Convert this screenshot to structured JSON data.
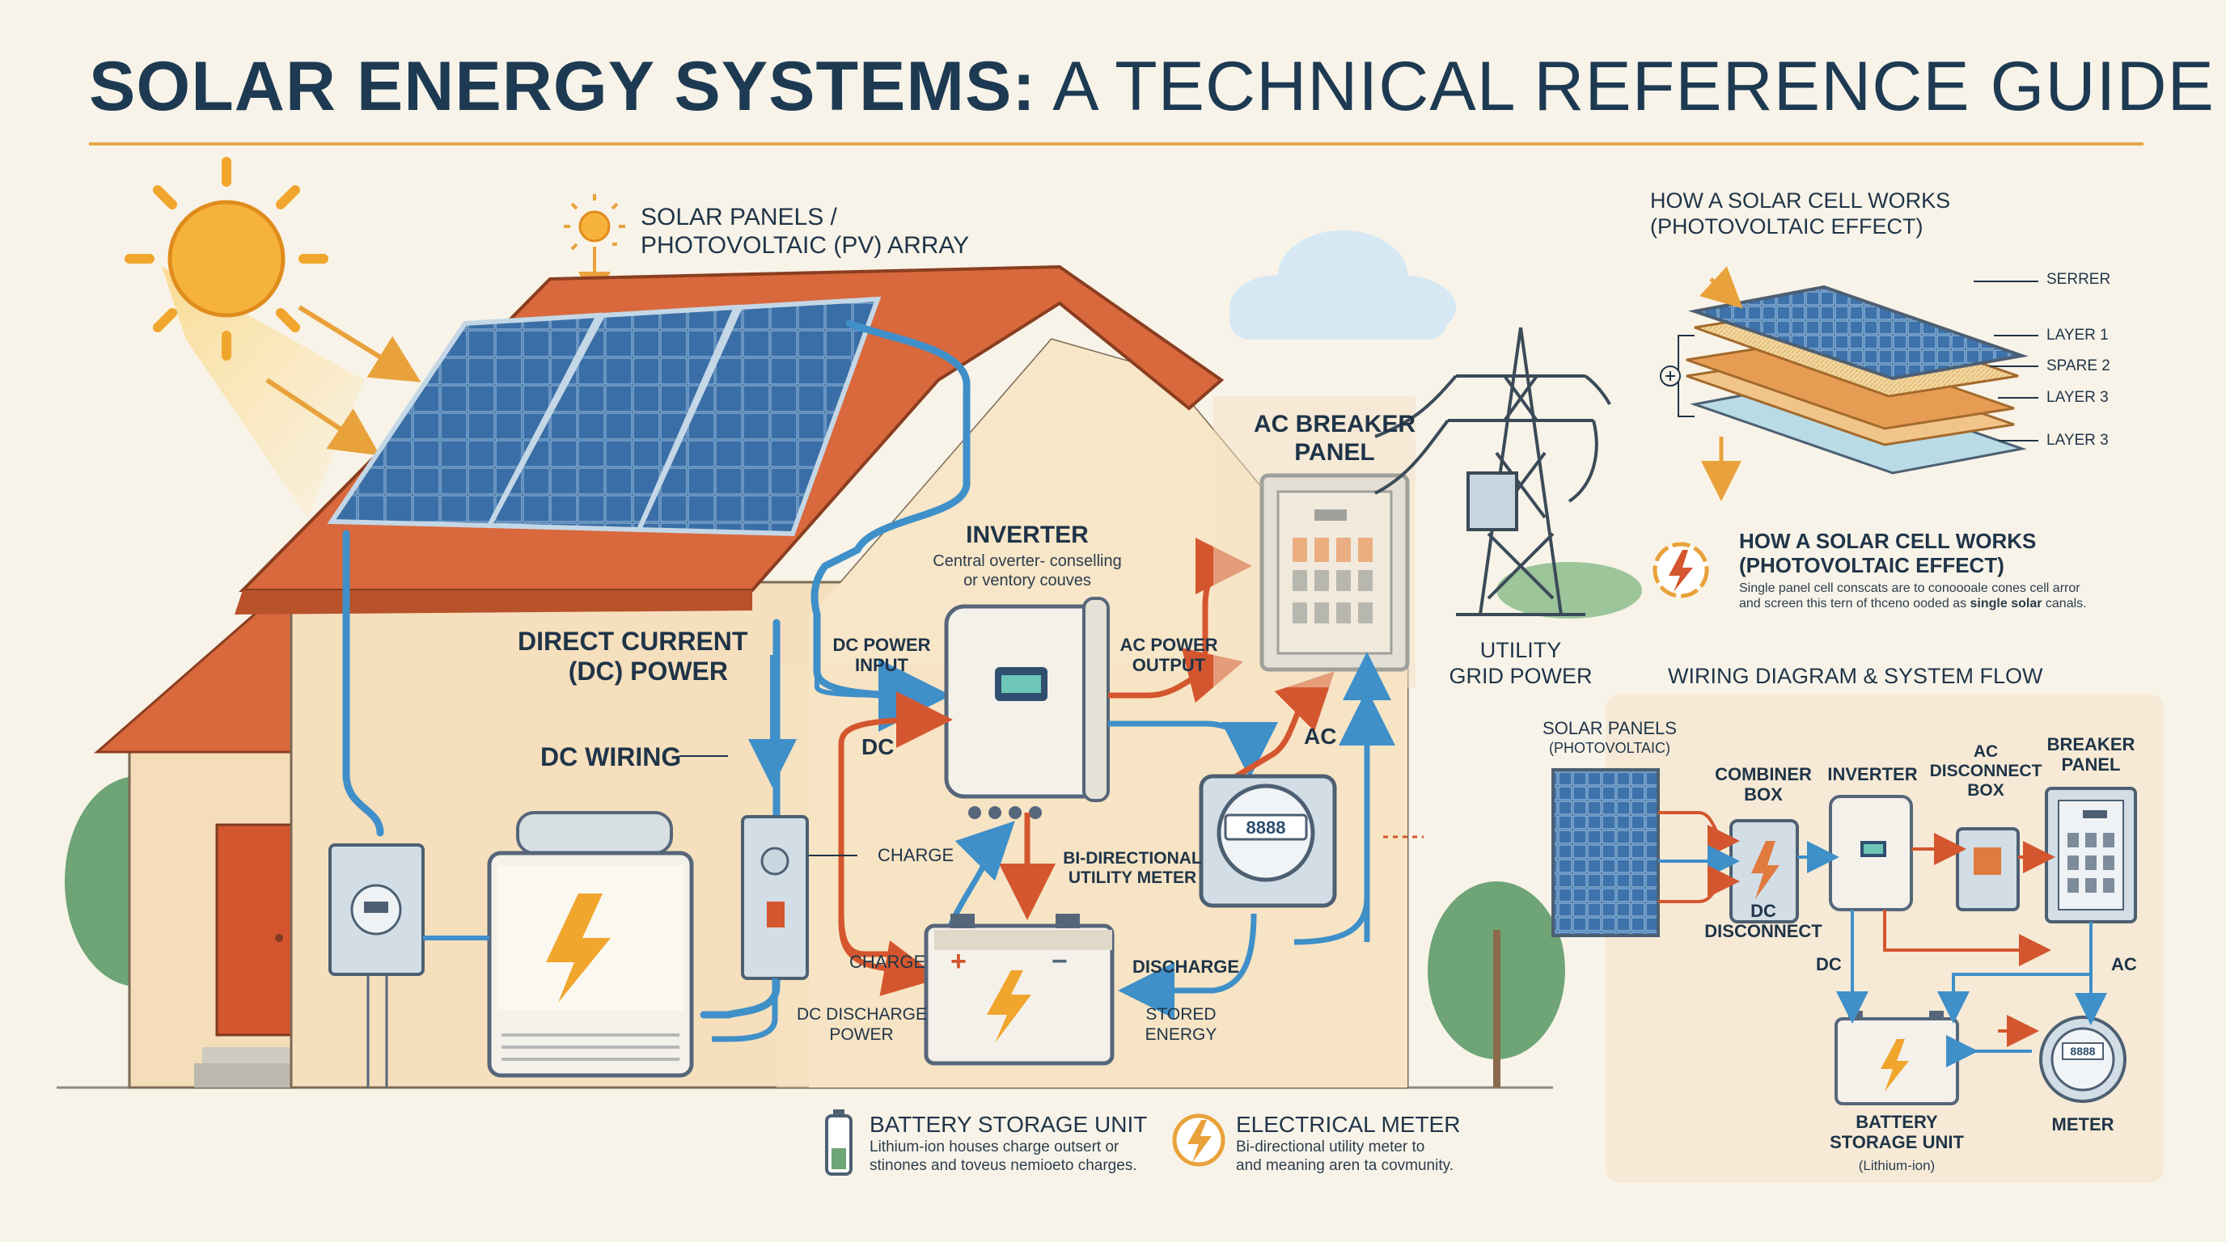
{
  "title": {
    "bold": "SOLAR ENERGY SYSTEMS:",
    "light": " A TECHNICAL REFERENCE GUIDE"
  },
  "house": {
    "pv_label": "SOLAR PANELS /\nPHOTOVOLTAIC (PV) ARRAY",
    "dc_power_label": "DIRECT CURRENT\n(DC) POWER",
    "dc_wiring_label": "DC WIRING",
    "inverter_title": "INVERTER",
    "inverter_desc": "Central overter- conselling\nor ventory couves",
    "dc_power_input": "DC POWER\nINPUT",
    "ac_power_output": "AC POWER\nOUTPUT",
    "ac_breaker_panel": "AC BREAKER\nPANEL",
    "utility_grid": "UTILITY\nGRID POWER",
    "dc": "DC",
    "ac": "AC",
    "charge": "CHARGE",
    "charge2": "CHARGE",
    "bidirectional_meter": "BI-DIRECTIONAL\nUTILITY METER",
    "discharge": "DISCHARGE",
    "dc_discharge_power": "DC DISCHARGE\nPOWER",
    "stored_energy": "STORED\nENERGY",
    "meter_reading": "8888"
  },
  "legend": {
    "battery_title": "BATTERY STORAGE UNIT",
    "battery_desc": "Lithium-ion houses charge outsert or\nstinones and toveus nemioeto charges.",
    "meter_title": "ELECTRICAL METER",
    "meter_desc": "Bi-directional utility meter to\nand meaning aren ta covmunity."
  },
  "cell": {
    "title": "HOW A SOLAR CELL WORKS\n(PHOTOVOLTAIC EFFECT)",
    "layers": [
      "SERRER",
      "LAYER 1",
      "SPARE 2",
      "LAYER 3",
      "LAYER 3"
    ],
    "sub_title": "HOW A SOLAR CELL WORKS\n(PHOTOVOLTAIC EFFECT)",
    "sub_desc_a": "Single panel cell conscats are to conoooale cones cell arror",
    "sub_desc_b": "and screen this tern of thceno ooded as ",
    "sub_desc_bold": "single solar",
    "sub_desc_c": " canals."
  },
  "wiring": {
    "title": "WIRING DIAGRAM & SYSTEM FLOW",
    "solar_panels": "SOLAR PANELS",
    "photovoltaic": "(PHOTOVOLTAIC)",
    "combiner_box": "COMBINER\nBOX",
    "inverter": "INVERTER",
    "ac_disconnect_box": "AC\nDISCONNECT\nBOX",
    "breaker_panel": "BREAKER\nPANEL",
    "dc_disconnect": "DC\nDISCONNECT",
    "dc": "DC",
    "ac": "AC",
    "battery_storage_unit": "BATTERY\nSTORAGE UNIT",
    "lithium_ion": "(Lithium-ion)",
    "meter": "METER",
    "meter_reading": "8888"
  },
  "colors": {
    "dc_red": "#d4562e",
    "ac_blue": "#3f8fc9",
    "accent": "#e4a84a",
    "panel_blue": "#2f5f92"
  }
}
